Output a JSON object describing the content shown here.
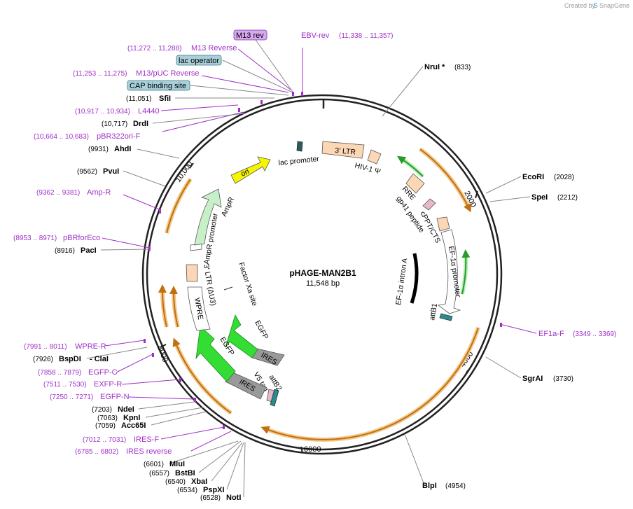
{
  "credit": {
    "prefix": "Created by",
    "brand": "SnapGene"
  },
  "plasmid": {
    "name": "pHAGE-MAN2B1",
    "size": "11,548 bp"
  },
  "ticks": [
    "2000",
    "4000",
    "6000",
    "8000",
    "10,000"
  ],
  "tags": [
    {
      "label": "M13 rev",
      "color": "#d8a8f0"
    },
    {
      "label": "lac operator",
      "color": "#a9cfd9"
    },
    {
      "label": "CAP binding site",
      "color": "#a9cfd9"
    }
  ],
  "primers": [
    {
      "name": "EBV-rev",
      "coords": "(11,338 .. 11,357)"
    },
    {
      "name": "M13 Reverse",
      "coords": "(11,272 .. 11,288)"
    },
    {
      "name": "M13/pUC Reverse",
      "coords": "(11,253 .. 11,275)"
    },
    {
      "name": "L4440",
      "coords": "(10,917 .. 10,934)"
    },
    {
      "name": "pBR322ori-F",
      "coords": "(10,664 .. 10,683)"
    },
    {
      "name": "Amp-R",
      "coords": "(9362 .. 9381)"
    },
    {
      "name": "pBRforEco",
      "coords": "(8953 .. 8971)"
    },
    {
      "name": "WPRE-R",
      "coords": "(7991 .. 8011)"
    },
    {
      "name": "EGFP-C",
      "coords": "(7858 .. 7879)"
    },
    {
      "name": "EXFP-R",
      "coords": "(7511 .. 7530)"
    },
    {
      "name": "EGFP-N",
      "coords": "(7250 .. 7271)"
    },
    {
      "name": "IRES-F",
      "coords": "(7012 .. 7031)"
    },
    {
      "name": "IRES reverse",
      "coords": "(6785 .. 6802)"
    },
    {
      "name": "EF1a-F",
      "coords": "(3349 .. 3369)"
    }
  ],
  "enzymes": [
    {
      "name": "NruI *",
      "coord": "(833)"
    },
    {
      "name": "EcoRI",
      "coord": "(2028)"
    },
    {
      "name": "SpeI",
      "coord": "(2212)"
    },
    {
      "name": "SgrAI",
      "coord": "(3730)"
    },
    {
      "name": "BlpI",
      "coord": "(4954)"
    },
    {
      "name": "SfiI",
      "coord": "(11,051)"
    },
    {
      "name": "DrdI",
      "coord": "(10,717)"
    },
    {
      "name": "AhdI",
      "coord": "(9931)"
    },
    {
      "name": "PvuI",
      "coord": "(9562)"
    },
    {
      "name": "PacI",
      "coord": "(8916)"
    },
    {
      "name": "BspDI",
      "coord": "(7926)"
    },
    {
      "name": "- ClaI",
      "coord": ""
    },
    {
      "name": "NdeI",
      "coord": "(7203)"
    },
    {
      "name": "KpnI",
      "coord": "(7063)"
    },
    {
      "name": "Acc65I",
      "coord": "(7059)"
    },
    {
      "name": "MluI",
      "coord": "(6601)"
    },
    {
      "name": "BstBI",
      "coord": "(6557)"
    },
    {
      "name": "XbaI",
      "coord": "(6540)"
    },
    {
      "name": "PspXI",
      "coord": "(6534)"
    },
    {
      "name": "NotI",
      "coord": "(6528)"
    }
  ],
  "features": {
    "three_ltr": "3' LTR",
    "hiv_psi": "HIV-1 Ψ",
    "rre": "RRE",
    "gp41": "gp41 peptide",
    "cppt": "cPPT/CTS",
    "ef1a_promoter": "EF-1α promoter",
    "ef1a_intron": "EF-1α intron A",
    "attb1": "attB1",
    "attb2": "attB2",
    "v5": "V5 tag",
    "ires": "IRES",
    "egfp": "EGFP",
    "factor_xa": "Factor Xa site",
    "wpre": "WPRE",
    "three_ltr_du3": "3' LTR (ΔU3)",
    "ampr_promoter": "AmpR promoter",
    "ampr": "AmpR",
    "ori": "ori",
    "lac_promoter": "lac promoter"
  },
  "colors": {
    "backbone": "#222222",
    "enzyme": "#000000",
    "primer": "#a030c8",
    "orf": "#f0a030",
    "gfp": "#33dd33",
    "ires": "#999999",
    "ori": "#f5f500",
    "ampr": "#c8f0c8",
    "ltr": "#fbd7b5"
  }
}
